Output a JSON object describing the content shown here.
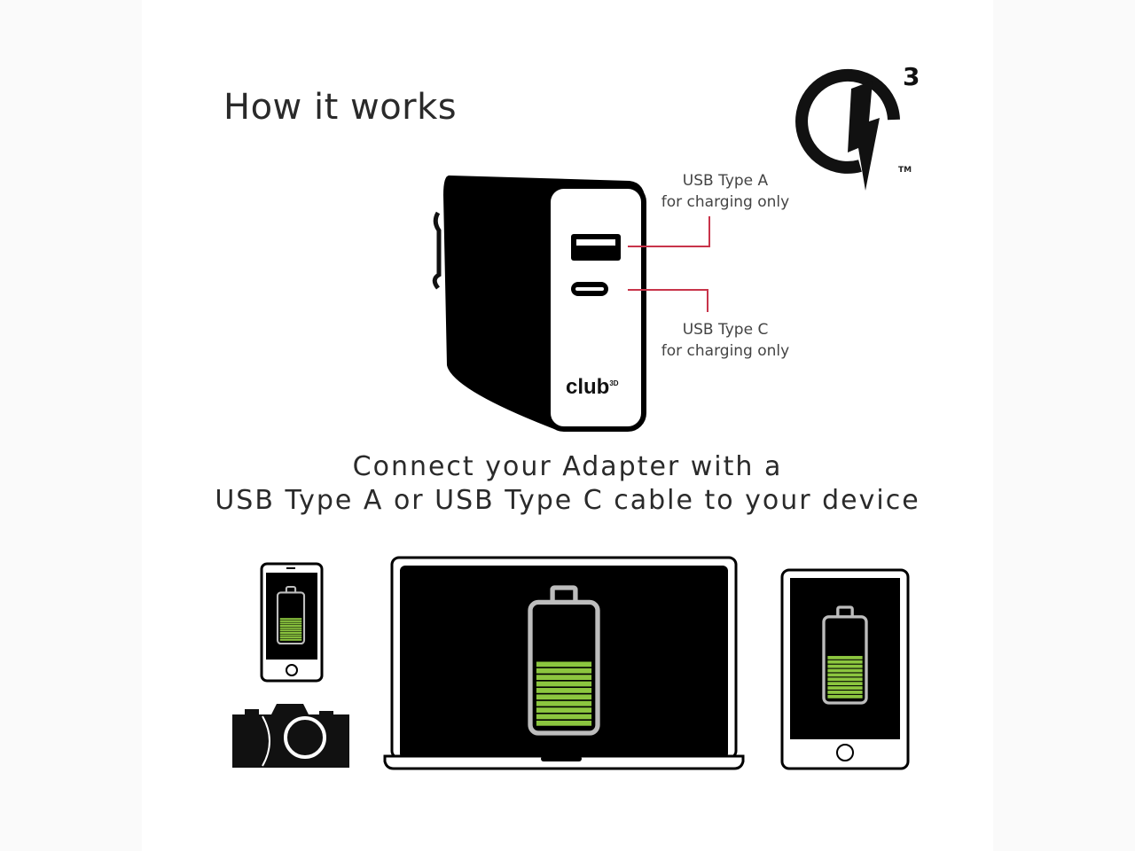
{
  "title": "How it works",
  "ports": {
    "usb_a": {
      "line1": "USB Type A",
      "line2": "for charging only"
    },
    "usb_c": {
      "line1": "USB Type C",
      "line2": "for charging only"
    }
  },
  "brand": {
    "logo_text": "club",
    "logo_sup": "3D"
  },
  "badge": {
    "version": "3",
    "trademark": "TM",
    "icon": "quick-charge-bolt-icon"
  },
  "instruction": {
    "line1": "Connect your Adapter with a",
    "line2": "USB Type A or USB Type C cable to your device"
  },
  "devices": [
    {
      "name": "smartphone",
      "battery_level": 0.5
    },
    {
      "name": "camera"
    },
    {
      "name": "laptop",
      "battery_level": 0.55
    },
    {
      "name": "tablet",
      "battery_level": 0.55
    }
  ],
  "colors": {
    "accent_line": "#c8344a",
    "battery_green": "#8cc63f",
    "battery_frame": "#bdbdbd",
    "ink": "#000000"
  }
}
